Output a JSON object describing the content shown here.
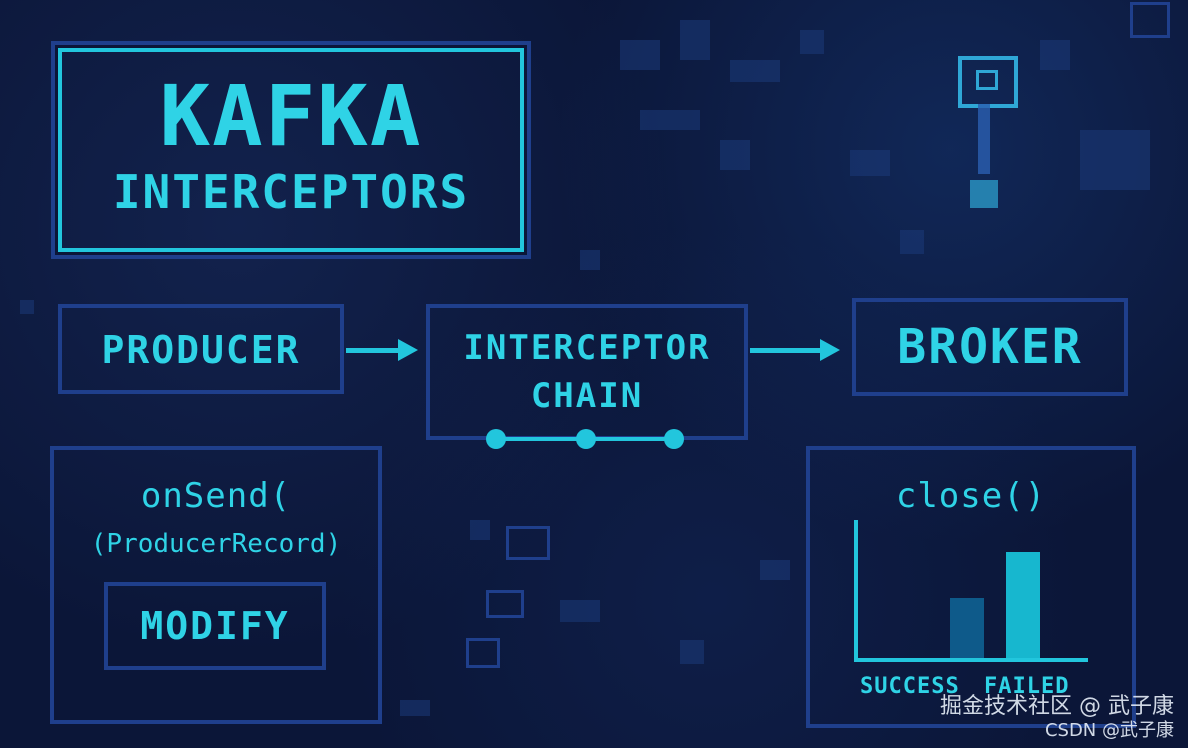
{
  "title": {
    "line1": "KAFKA",
    "line2": "INTERCEPTORS"
  },
  "flow": {
    "producer": "PRODUCER",
    "chain_line1": "INTERCEPTOR",
    "chain_line2": "CHAIN",
    "broker": "BROKER"
  },
  "on_send": {
    "method": "onSend(",
    "param": "(ProducerRecord)",
    "action": "MODIFY"
  },
  "on_close": {
    "method": "close()",
    "bars": [
      {
        "label": "SUCCESS",
        "value": 0.43,
        "color": "#0e5a8a"
      },
      {
        "label": "FAILED",
        "value": 0.76,
        "color": "#17b7cf"
      }
    ]
  },
  "watermark": {
    "line1": "掘金技术社区 @ 武子康",
    "line2": "CSDN @武子康"
  },
  "colors": {
    "accent": "#22c6dd",
    "frame": "#1f3f8c",
    "background": "#0b1638"
  },
  "icons": [
    "right-arrow-icon",
    "chain-node-icon",
    "monitor-icon"
  ]
}
